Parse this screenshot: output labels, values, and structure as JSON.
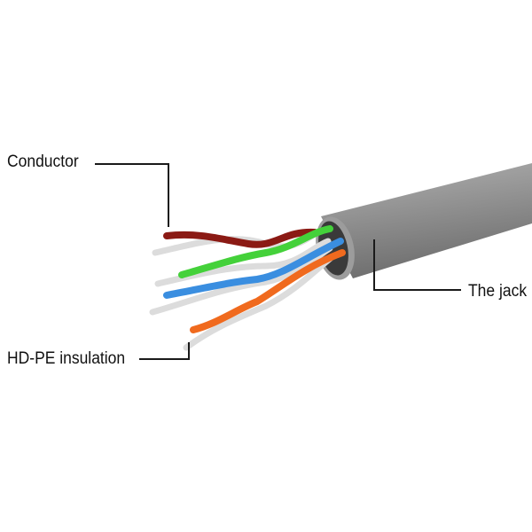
{
  "labels": {
    "conductor": "Conductor",
    "insulation": "HD-PE insulation",
    "jacket": "The jack"
  },
  "colors": {
    "jacket": "#8e8e8e",
    "wire_brown": "#8b1a14",
    "wire_green": "#44d13a",
    "wire_blue": "#3a8ee0",
    "wire_orange": "#f06a1e",
    "wire_white": "#e2e2e2",
    "leader_line": "#1a1a1a"
  }
}
